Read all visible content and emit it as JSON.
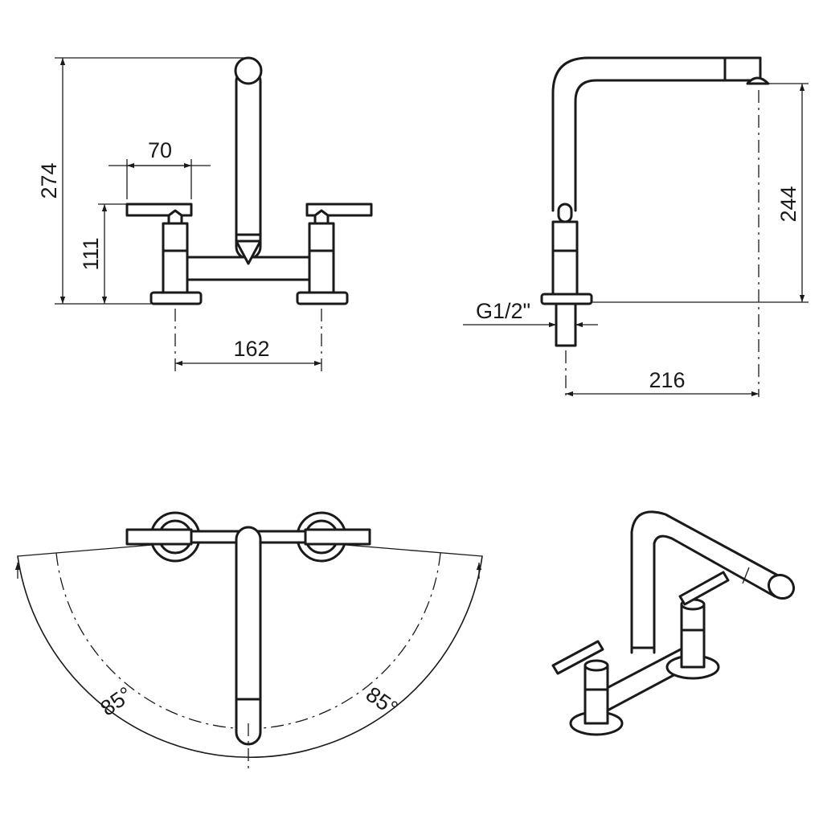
{
  "dimensions": {
    "total_height": "274",
    "handle_length": "70",
    "handle_height": "111",
    "center_distance": "162",
    "thread": "G1/2\"",
    "spout_height": "244",
    "spout_reach": "216",
    "swivel_left": "85°",
    "swivel_right": "85°"
  },
  "colors": {
    "line": "#1a1a1a",
    "background": "#ffffff"
  }
}
